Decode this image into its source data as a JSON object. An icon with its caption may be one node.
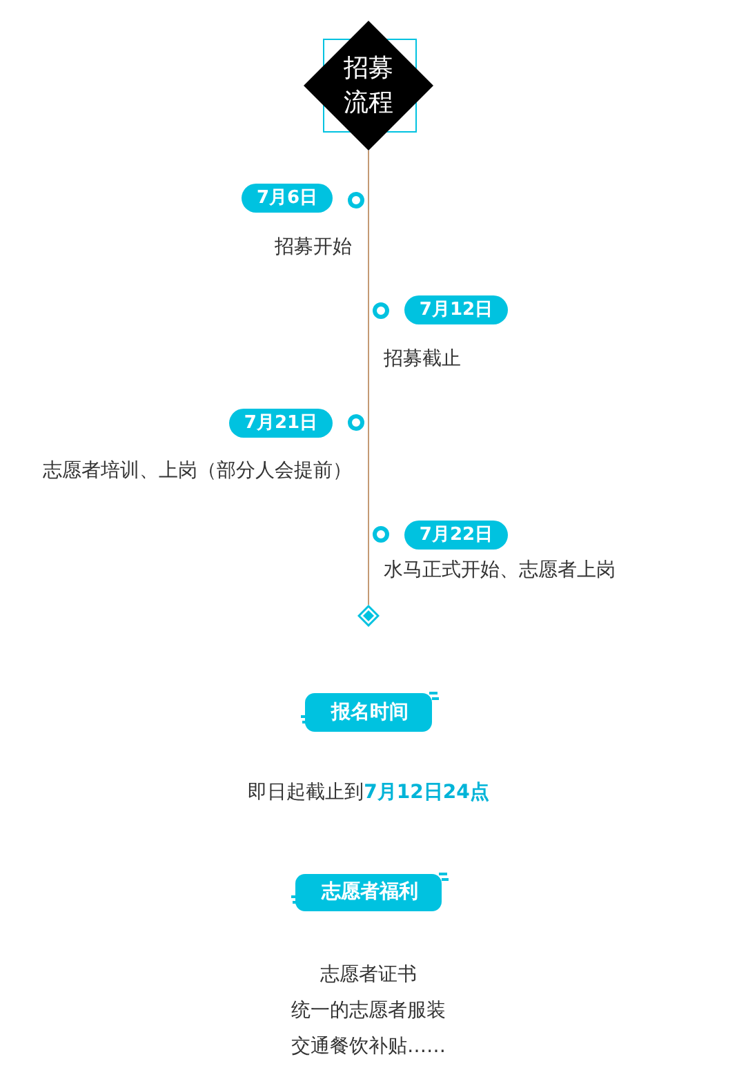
{
  "diagram": {
    "nodes": [
      {
        "text": [
          "招募流程"
        ]
      },
      {
        "text": [
          "7月6日"
        ],
        "beside": [
          "招募开始"
        ]
      },
      {
        "text": [
          "7月12日"
        ],
        "beside": [
          "招募截止"
        ]
      },
      {
        "text": [
          "7月21日"
        ],
        "beside": [
          "志愿者培训、上岗（部分人会提前）"
        ]
      },
      {
        "text": [
          "7月22日"
        ],
        "beside": [
          "水马正式开始、志愿者上岗"
        ]
      },
      {
        "text": [],
        "shape": "diamond"
      },
      {
        "text": [
          "报名时间"
        ]
      },
      {
        "text": [
          "志愿者福利"
        ]
      }
    ],
    "edges": [
      {
        "from": 0,
        "to": 5,
        "arrow": "none"
      }
    ],
    "labels": [
      "即日起截止到**7月12日24点**",
      "志愿者证书",
      "统一的志愿者服装",
      "交通餐饮补贴……"
    ]
  }
}
